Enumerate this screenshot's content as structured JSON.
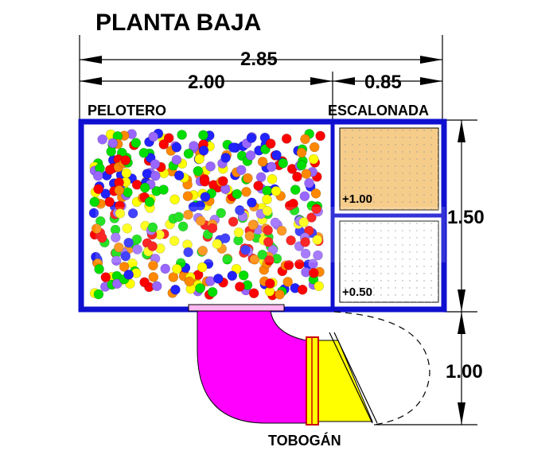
{
  "title": "PLANTA BAJA",
  "dimensions": {
    "total_width": "2.85",
    "left_width": "2.00",
    "right_width": "0.85",
    "depth": "1.50",
    "slide_depth": "1.00"
  },
  "labels": {
    "ball_pit": "PELOTERO",
    "steps": "ESCALONADA",
    "slide": "TOBOGÁN"
  },
  "levels": {
    "upper": "+1.00",
    "lower": "+0.50"
  },
  "colors": {
    "frame": "#1010d0",
    "step_upper": "#f6cc8a",
    "step_lower": "#ffffff",
    "slide_tube": "#ff00ff",
    "slide_chute": "#ffff00",
    "balls": [
      "#ff0000",
      "#00dd00",
      "#2222ff",
      "#ffff00",
      "#ff8800",
      "#9966ff"
    ]
  }
}
